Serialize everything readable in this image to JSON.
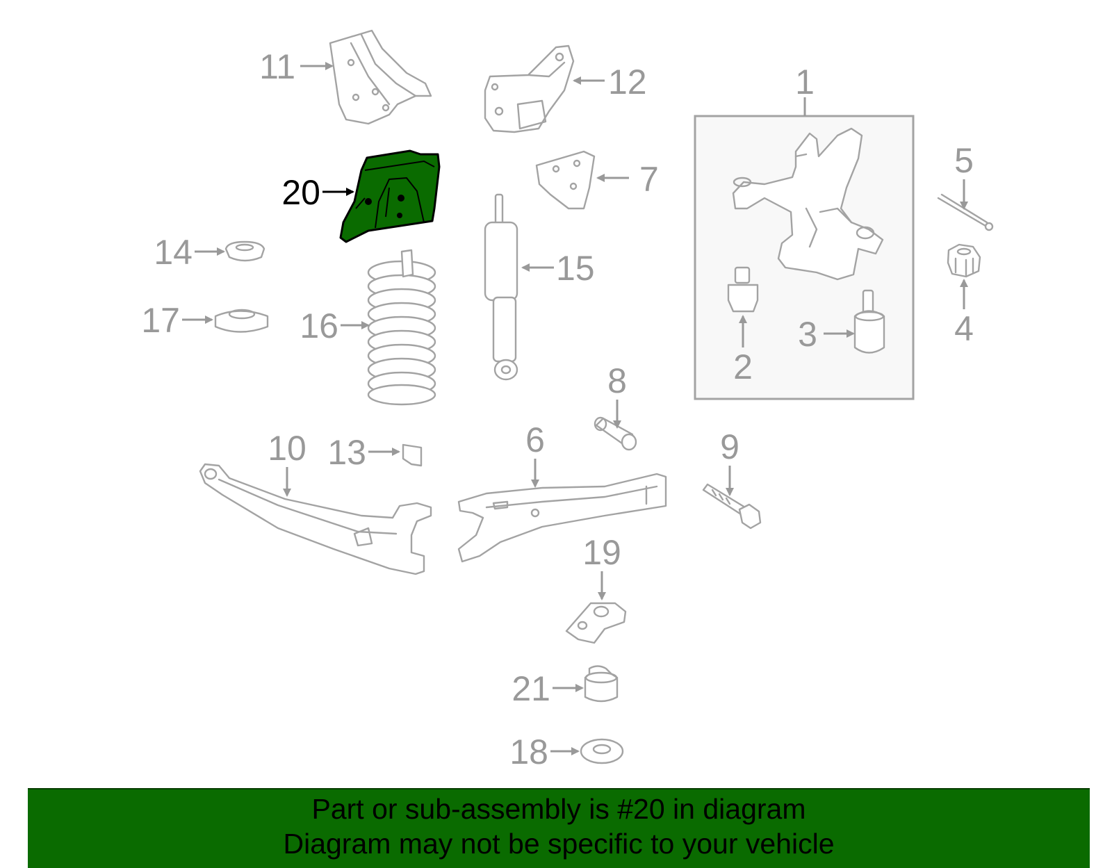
{
  "diagram": {
    "highlight_color": "#0a6b00",
    "part_color": "#a3a3a3",
    "highlighted_part": "20",
    "labels": [
      {
        "id": "1",
        "text": "1"
      },
      {
        "id": "2",
        "text": "2"
      },
      {
        "id": "3",
        "text": "3"
      },
      {
        "id": "4",
        "text": "4"
      },
      {
        "id": "5",
        "text": "5"
      },
      {
        "id": "6",
        "text": "6"
      },
      {
        "id": "7",
        "text": "7"
      },
      {
        "id": "8",
        "text": "8"
      },
      {
        "id": "9",
        "text": "9"
      },
      {
        "id": "10",
        "text": "10"
      },
      {
        "id": "11",
        "text": "11"
      },
      {
        "id": "12",
        "text": "12"
      },
      {
        "id": "13",
        "text": "13"
      },
      {
        "id": "14",
        "text": "14"
      },
      {
        "id": "15",
        "text": "15"
      },
      {
        "id": "16",
        "text": "16"
      },
      {
        "id": "17",
        "text": "17"
      },
      {
        "id": "18",
        "text": "18"
      },
      {
        "id": "19",
        "text": "19"
      },
      {
        "id": "20",
        "text": "20"
      },
      {
        "id": "21",
        "text": "21"
      }
    ]
  },
  "banner": {
    "line1": "Part or sub-assembly is #20 in diagram",
    "line2": "Diagram may not be specific to your vehicle",
    "color": "#0a6b00"
  }
}
